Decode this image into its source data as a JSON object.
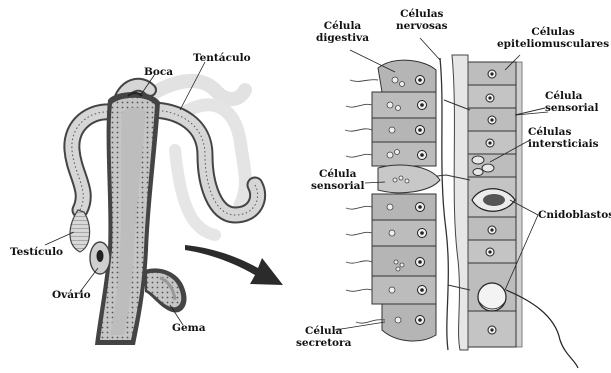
{
  "labels": {
    "boca": "Boca",
    "tentaculo": "Tentáculo",
    "testiculo": "Testículo",
    "ovario": "Ovário",
    "gema": "Gema",
    "celula_digestiva_1": "Célula",
    "celula_digestiva_2": "digestiva",
    "celulas_nervosas_1": "Células",
    "celulas_nervosas_2": "nervosas",
    "celulas_epit_1": "Células",
    "celulas_epit_2": "epiteliomusculares",
    "celula_sensorial_r_1": "Célula",
    "celula_sensorial_r_2": "sensorial",
    "celulas_intersticiais_1": "Células",
    "celulas_intersticiais_2": "intersticiais",
    "celula_sensorial_l_1": "Célula",
    "celula_sensorial_l_2": "sensorial",
    "cnidoblastos": "Cnidoblastos",
    "celula_secretora_1": "Célula",
    "celula_secretora_2": "secretora"
  },
  "colors": {
    "ink": "#222222",
    "body_fill": "#c9c9c9",
    "tentacle_fill": "#dcdcdc",
    "cell_fill": "#b9b9b9",
    "arrow": "#2b2b2b"
  }
}
